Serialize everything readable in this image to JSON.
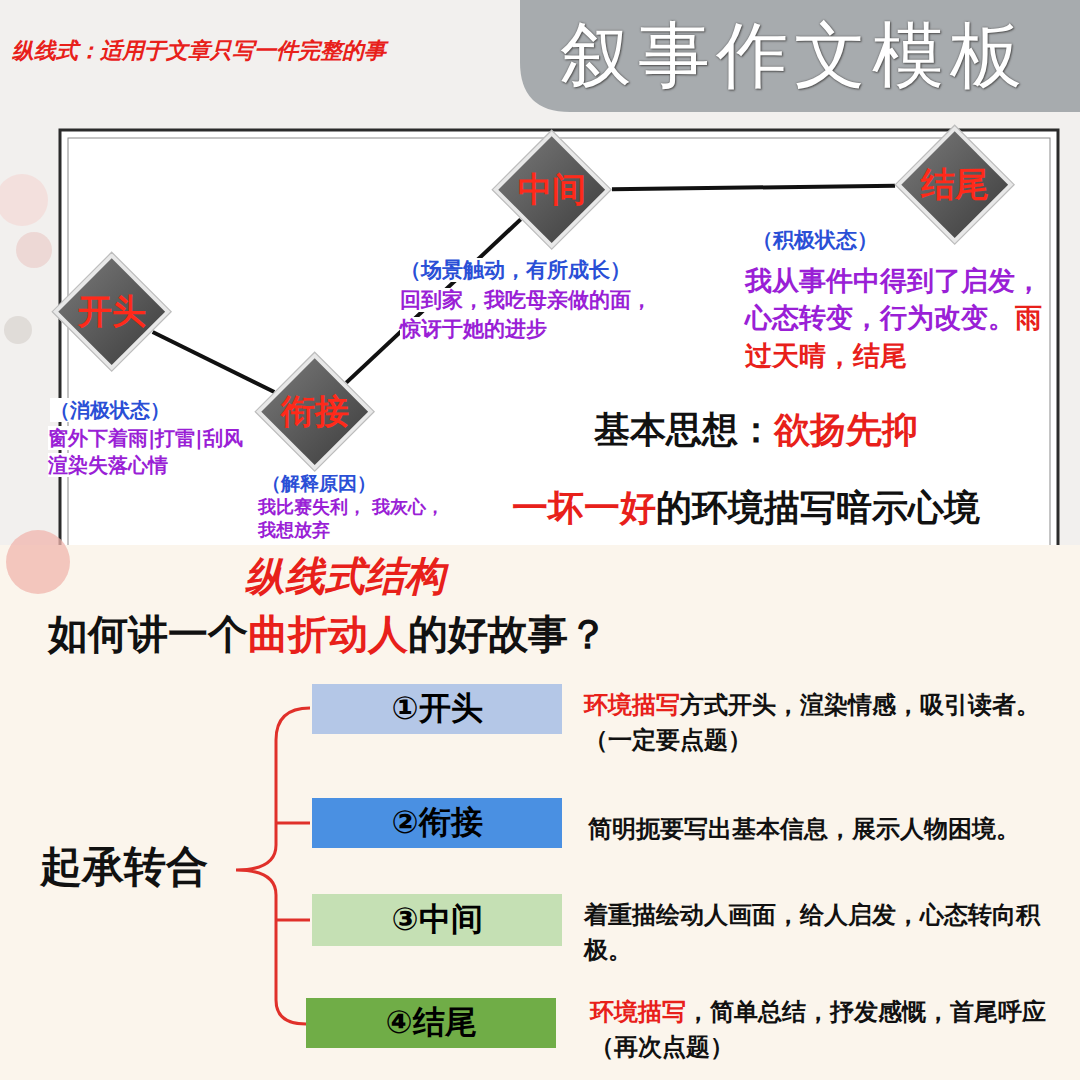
{
  "diagram": {
    "title": "叙事作文模板",
    "nodes": [
      {
        "text": [
          "开头"
        ]
      },
      {
        "text": [
          "衔接"
        ]
      },
      {
        "text": [
          "中间"
        ]
      },
      {
        "text": [
          "结尾"
        ]
      },
      {
        "text": [
          "①开头"
        ]
      },
      {
        "text": [
          "②衔接"
        ]
      },
      {
        "text": [
          "③中间"
        ]
      },
      {
        "text": [
          "④结尾"
        ]
      }
    ],
    "edges": [
      {
        "from": 0,
        "to": 1,
        "arrow": "none"
      },
      {
        "from": 1,
        "to": 2,
        "arrow": "none"
      },
      {
        "from": 2,
        "to": 3,
        "arrow": "none"
      }
    ],
    "labels": [
      "纵线式：适用于文章只写一件完整的事",
      "（消极状态）",
      "窗外下着雨|打雷|刮风 渲染失落心情",
      "（解释原因）",
      "我比赛失利， 我灰心，我想放弃",
      "（场景触动，有所成长）",
      "回到家，我吃母亲做的面， 惊讶于她的进步",
      "（积极状态）",
      "我从事件中得到了启发，心态转变，行为改变。",
      "雨过天晴，结尾",
      "基本思想：",
      "欲扬先抑",
      "一坏一好",
      "的环境描写暗示心境",
      "纵线式结构",
      "如何讲一个",
      "曲折动人",
      "的好故事？",
      "起承转合",
      "环境描写",
      "方式开头，渲染情感，吸引读者。（一定要点题）",
      "简明扼要写出基本信息，展示人物困境。",
      "着重描绘动人画面，给人启发，心态转向积极。",
      "环境描写",
      "，简单总结，抒发感慨，首尾呼应（再次点题）"
    ]
  }
}
